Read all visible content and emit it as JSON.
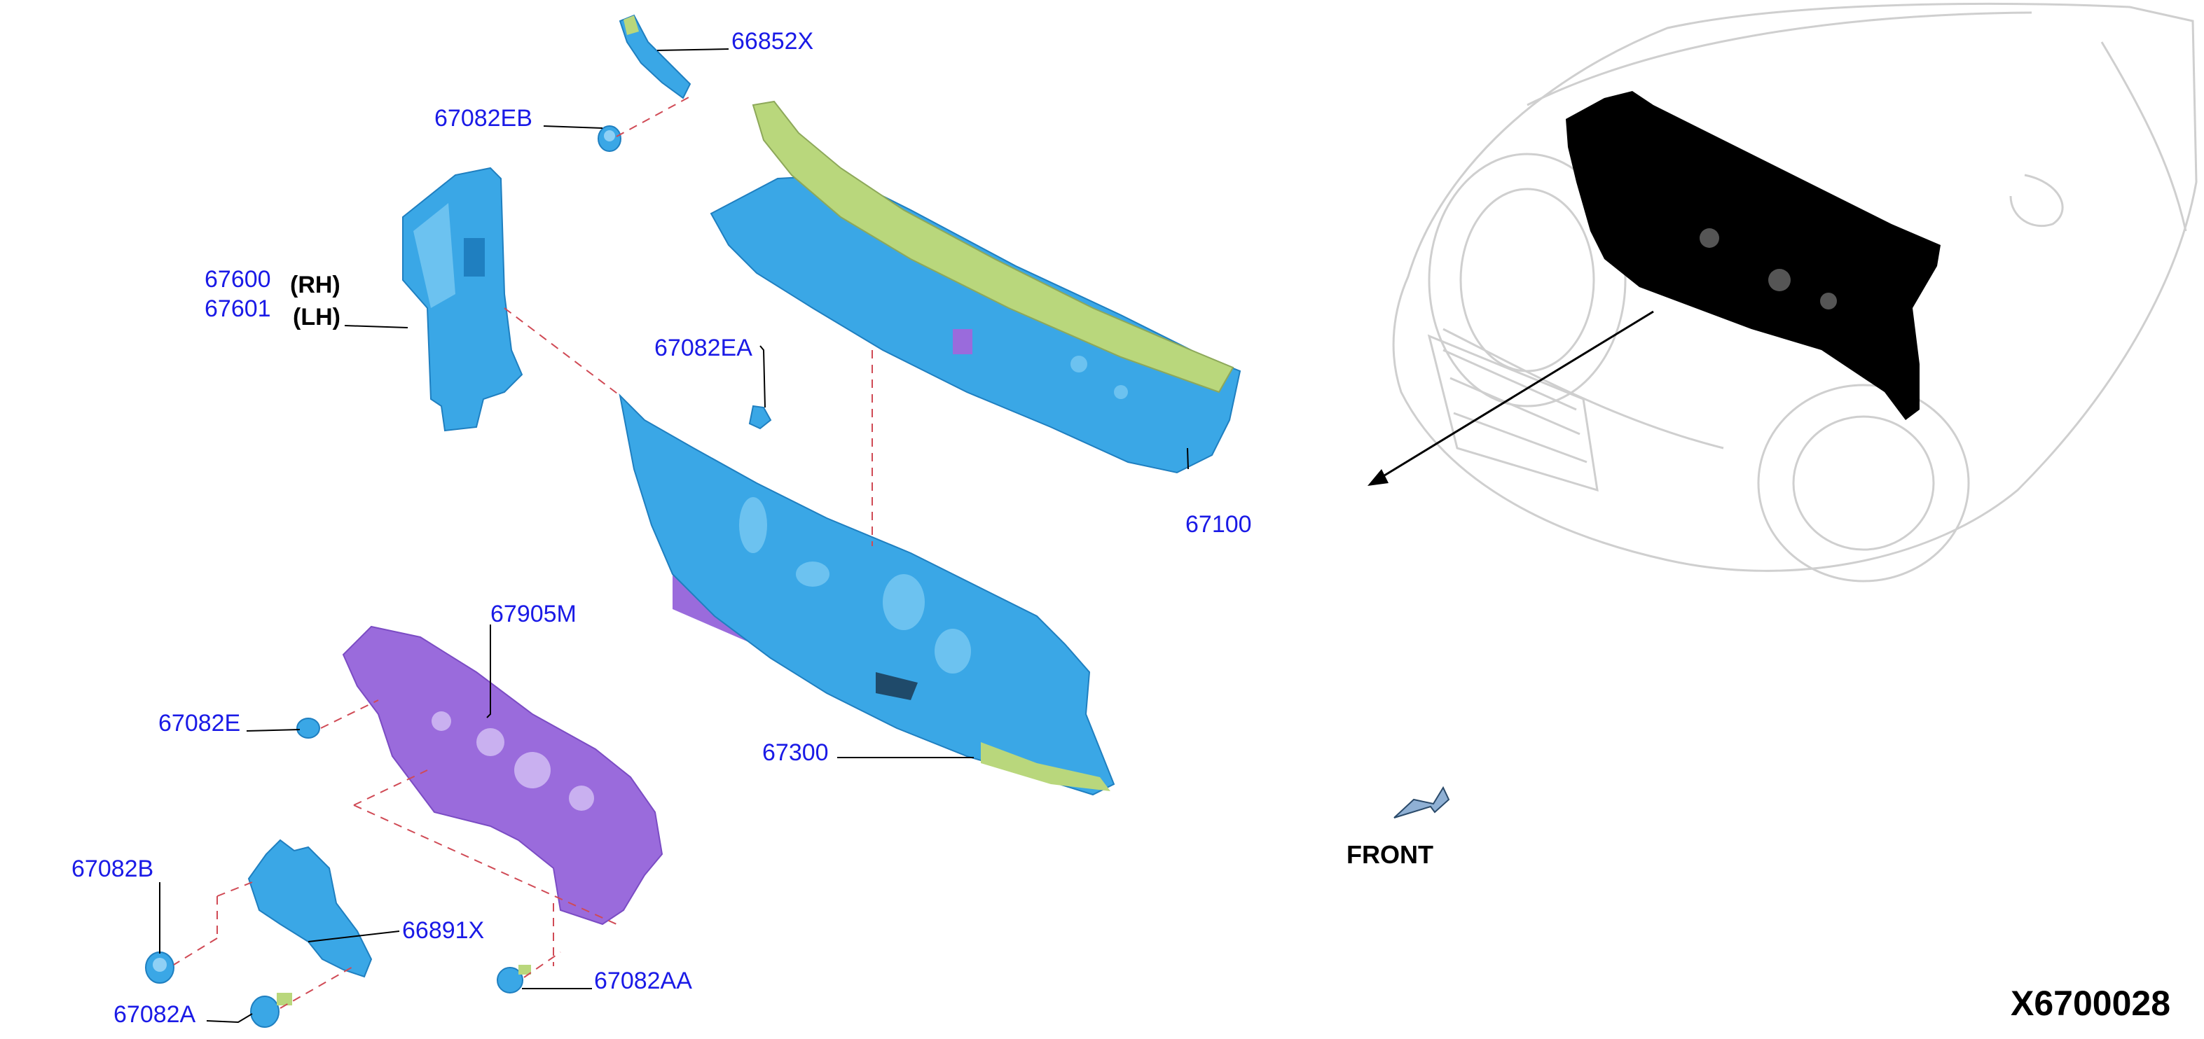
{
  "diagram_id": "X6700028",
  "front_label": "FRONT",
  "colors": {
    "callout_text": "#1a1ae6",
    "part_blue": "#3aa7e6",
    "part_blue_dark": "#1f7fc0",
    "part_green": "#b9d77c",
    "part_purple": "#9a6bdc",
    "part_purple_dark": "#7b4cc4",
    "highlight_assembly": "#000000",
    "vehicle_outline": "#cfcfcf",
    "dashed_guides": "#d04a55"
  },
  "side_notes": {
    "rh": "(RH)",
    "lh": "(LH)"
  },
  "callouts": {
    "p66852X": "66852X",
    "p67082EB": "67082EB",
    "p67600": "67600",
    "p67601": "67601",
    "p67082EA": "67082EA",
    "p67100": "67100",
    "p67905M": "67905M",
    "p67082E": "67082E",
    "p67300": "67300",
    "p67082B": "67082B",
    "p66891X": "66891X",
    "p67082AA": "67082AA",
    "p67082A": "67082A"
  },
  "icons": [
    "front-arrow-icon",
    "direction-arrow-icon"
  ]
}
